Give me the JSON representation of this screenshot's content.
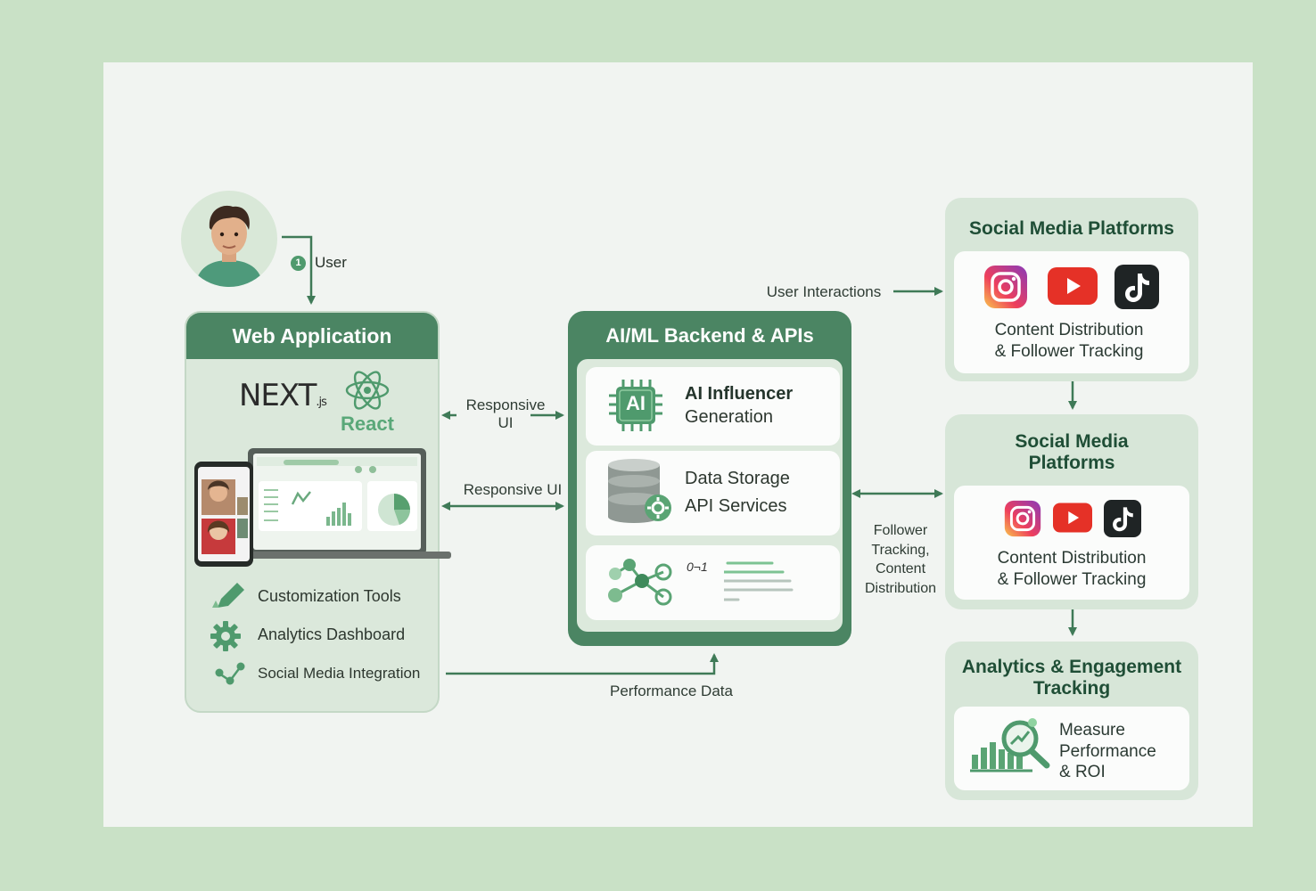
{
  "user": {
    "step": "1",
    "label": "User"
  },
  "web_app": {
    "title": "Web Application",
    "next_logo": "NEXT",
    "next_suffix": ".js",
    "react_label": "React",
    "features": [
      "Customization Tools",
      "Analytics Dashboard",
      "Social Media Integration"
    ]
  },
  "backend": {
    "title": "AI/ML Backend & APIs",
    "ai_chip": "AI",
    "services": [
      {
        "line1": "AI Influencer",
        "line2": "Generation"
      },
      {
        "line1": "Data Storage",
        "line2": "API Services"
      }
    ],
    "code_glyph": "0¬1"
  },
  "connections": {
    "responsive_ui_1_line1": "Responsive",
    "responsive_ui_1_line2": "UI",
    "responsive_ui_2": "Responsive UI",
    "performance_data": "Performance Data",
    "user_interactions": "User Interactions",
    "follower_tracking": [
      "Follower",
      "Tracking,",
      "Content",
      "Distribution"
    ]
  },
  "social_top": {
    "title": "Social Media Platforms",
    "text_line1": "Content Distribution",
    "text_line2": "& Follower Tracking"
  },
  "social_mid": {
    "title_line1": "Social Media",
    "title_line2": "Platforms",
    "text_line1": "Content Distribution",
    "text_line2": "& Follower Tracking"
  },
  "analytics": {
    "title_line1": "Analytics & Engagement",
    "title_line2": "Tracking",
    "text_line1": "Measure",
    "text_line2": "Performance",
    "text_line3": "& ROI"
  },
  "icons": [
    "person-avatar-icon",
    "nextjs-logo-icon",
    "react-logo-icon",
    "laptop-dashboard-icon",
    "phone-video-icon",
    "pencil-icon",
    "gear-icon",
    "share-icon",
    "ai-chip-icon",
    "database-icon",
    "network-graph-icon",
    "instagram-icon",
    "youtube-icon",
    "tiktok-icon",
    "magnifier-chart-icon"
  ],
  "colors": {
    "background": "#c9e1c6",
    "canvas": "#f1f4f1",
    "header": "#4b8563",
    "card": "#dbe8db",
    "accent": "#4f9a6d"
  }
}
